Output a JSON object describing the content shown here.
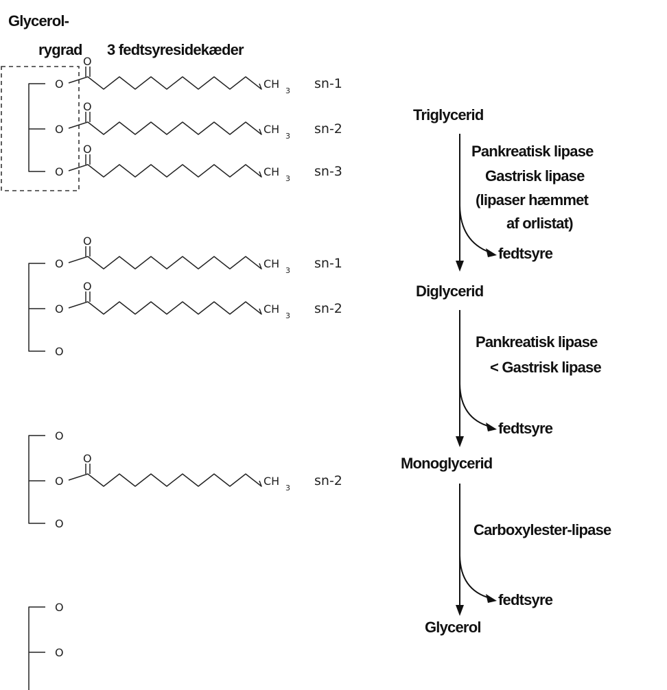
{
  "labels": {
    "glycerol_line1": "Glycerol-",
    "glycerol_line2": "rygrad",
    "chains_heading": "3 fedtsyresidekæder",
    "atom_o": "O",
    "methyl": "CH",
    "methyl_sub": "3"
  },
  "structures": [
    {
      "id": "triglyceride",
      "oxygens": [
        true,
        true,
        true
      ],
      "chain_labels": [
        "sn-1",
        "sn-2",
        "sn-3"
      ]
    },
    {
      "id": "diglyceride",
      "oxygens": [
        true,
        true,
        false
      ],
      "chain_labels": [
        "sn-1",
        "sn-2",
        ""
      ]
    },
    {
      "id": "monoglyceride",
      "oxygens": [
        false,
        true,
        false
      ],
      "chain_labels": [
        "",
        "sn-2",
        ""
      ]
    },
    {
      "id": "glycerol",
      "oxygens": [
        false,
        false,
        false
      ],
      "chain_labels": [
        "",
        "",
        ""
      ]
    }
  ],
  "pathway": {
    "compounds": [
      "Triglycerid",
      "Diglycerid",
      "Monoglycerid",
      "Glycerol"
    ],
    "steps": [
      {
        "enzyme_lines": [
          "Pankreatisk lipase",
          "Gastrisk lipase",
          "(lipaser hæmmet",
          "af orlistat)"
        ],
        "product": "fedtsyre"
      },
      {
        "enzyme_lines": [
          "Pankreatisk lipase",
          "< Gastrisk lipase"
        ],
        "product": "fedtsyre"
      },
      {
        "enzyme_lines": [
          "Carboxylester-lipase"
        ],
        "product": "fedtsyre"
      }
    ]
  }
}
